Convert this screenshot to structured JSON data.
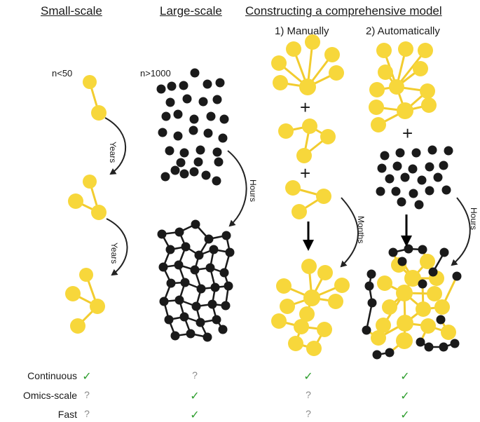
{
  "headers": {
    "small_scale": "Small-scale",
    "large_scale": "Large-scale",
    "comprehensive": "Constructing a comprehensive model"
  },
  "subheaders": {
    "manually": "1) Manually",
    "automatically": "2) Automatically"
  },
  "node_counts": {
    "small": "n<50",
    "large": "n>1000"
  },
  "arrow_labels": {
    "years_1": "Years",
    "years_2": "Years",
    "hours_large": "Hours",
    "months": "Months",
    "hours_auto": "Hours"
  },
  "operators": {
    "plus": "+"
  },
  "comparison": {
    "rows": [
      {
        "label": "Continuous",
        "values": [
          "check",
          "question",
          "check",
          "check"
        ]
      },
      {
        "label": "Omics-scale",
        "values": [
          "question",
          "check",
          "question",
          "check"
        ]
      },
      {
        "label": "Fast",
        "values": [
          "question",
          "check",
          "question",
          "check"
        ]
      }
    ],
    "symbols": {
      "check": "✓",
      "question": "?"
    }
  },
  "colors": {
    "yellow_node": "#f7d73b",
    "black_node": "#1a1a1a",
    "edge_yellow": "#f2cc2f",
    "arrow": "#222222",
    "check": "#2e9e2e",
    "question": "#8a8a8a"
  }
}
